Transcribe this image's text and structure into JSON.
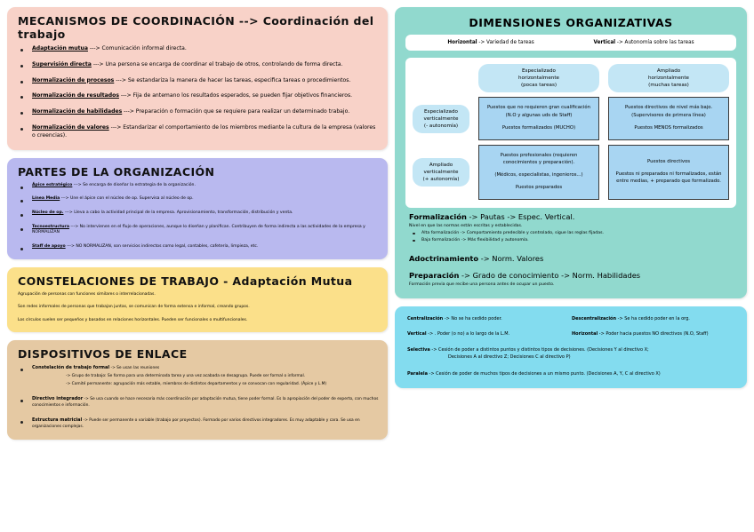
{
  "left": {
    "mecanismos": {
      "title": "MECANISMOS DE COORDINACIÓN --> Coordinación del trabajo",
      "items": [
        {
          "term": "Adaptación mutua",
          "text": " ---> Comunicación informal directa."
        },
        {
          "term": "Supervisión directa",
          "text": " ---> Una persona se encarga de coordinar el trabajo de otros, controlando de forma directa."
        },
        {
          "term": "Normalización de procesos",
          "text": " ---> Se estandariza la manera de hacer las tareas, especifica tareas o procedimientos."
        },
        {
          "term": "Normalización de resultados",
          "text": " ---> Fija de antemano los resultados esperados, se pueden fijar objetivos financieros."
        },
        {
          "term": "Normalización de habilidades",
          "text": " ---> Preparación o formación que se requiere para realizar un determinado trabajo."
        },
        {
          "term": "Normalización de valores",
          "text": " ---> Estandarizar el comportamiento de los miembros mediante la cultura de la empresa (valores o creencias)."
        }
      ]
    },
    "partes": {
      "title": "PARTES DE LA ORGANIZACIÓN",
      "items": [
        {
          "term": "Ápice estratégico",
          "text": " ---> Se encarga de diseñar la estrategia de la organización."
        },
        {
          "term": "Línea Media",
          "text": " ---> Une el ápice con el núcleo de op. Supervisa al núcleo de op."
        },
        {
          "term": "Núcleo de op.",
          "text": " ---> Lleva a cabo la actividad principal de la empresa. Aprovisionamiento, transformación, distribución y venta."
        },
        {
          "term": "Tecnoestructura",
          "text": " ---> No intervienen en el flujo de operaciones, aunque lo diseñan y planifican. Contribuyen de forma indirecta a las actividades de la empresa y NORMALIZAN"
        },
        {
          "term": "Staff de apoyo",
          "text": " ---> NO NORMALIZAN, son servicios indirectos como legal, contables, cafetería, limpieza, etc."
        }
      ]
    },
    "constelaciones": {
      "title": "CONSTELACIONES DE TRABAJO - Adaptación Mutua",
      "lines": [
        "Agrupación de personas con funciones similares o interrelacionadas.",
        "Son redes informales de personas que trabajan juntas, se comunican de forma extensa e informal, creando grupos.",
        "Los círculos suelen ser pequeños y basados en relaciones horizontales. Pueden ser funcionales o multifuncionales."
      ]
    },
    "dispositivos": {
      "title": "DISPOSITIVOS DE ENLACE",
      "items": [
        {
          "term": "Constelación de trabajo formal",
          "text": " -> Se usan las reuniones",
          "subs": [
            "-> Grupo de trabajo: Se forma para una determinada tarea y una vez acabada se desagrupa. Puede ser formal o informal.",
            "-> Comité permanente: agrupación más estable, miembros de distintos departamentos y se convocan con regularidad. (Ápice y L.M)"
          ]
        },
        {
          "term": "Directivo integrador",
          "text": " -> Se usa cuando se hace necesaria más coordinación por adaptación mutua, tiene poder formal. Es la apropiación del poder de experto, con muchos conocimientos e información.",
          "subs": []
        },
        {
          "term": "Estructura matricial",
          "text": " -> Puede ser permanente o variable (trabajo por proyectos). Formado por varios directivos integradores. Es muy adaptable y cara. Se usa en organizaciones complejas.",
          "subs": []
        }
      ]
    }
  },
  "right": {
    "dimensiones": {
      "title": "DIMENSIONES ORGANIZATIVAS",
      "legend": [
        {
          "bold": "Horizontal",
          "rest": " -> Variedad de tareas"
        },
        {
          "bold": "Vertical",
          "rest": " -> Autonomía sobre las tareas"
        }
      ],
      "col_headers": [
        "Especializado\nhorizontalmente\n(pocas tareas)",
        "Ampliado\nhorizontalmente\n(muchas tareas)"
      ],
      "row_headers": [
        "Especializado\nverticalmente\n(- autonomía)",
        "Ampliado\nverticalmente\n(+ autonomía)"
      ],
      "cells": [
        [
          [
            "Puestos que no requieren gran cualificación",
            "(N.O y algunas uds de Staff)",
            "Puestos formalizados (MUCHO)"
          ],
          [
            "Puestos directivos de nivel más bajo.",
            "(Supervisores de primera línea)",
            "Puestos MENOS formalizados"
          ]
        ],
        [
          [
            "Puestos profesionales (requieren conocimientos y preparación).",
            "(Médicos, especialistas, ingenieros...)",
            "Puestos preparados"
          ],
          [
            "Puestos directivos",
            "Puestos ni preparados ni formalizados, están entre medias, + preparado que formalizado."
          ]
        ]
      ]
    },
    "conceptos": [
      {
        "head_bold": "Formalización",
        "head_rest": " -> Pautas -> Espec. Vertical.",
        "desc": "Nivel en que las normas están escritas y establecidas.",
        "bullets": [
          "Alta formalización -> Comportamiento predecible y controlado, sigue las reglas fijadas.",
          "Baja formalización -> Más flexibilidad y autonomía."
        ]
      },
      {
        "head_bold": "Adoctrinamiento",
        "head_rest": " -> Norm. Valores",
        "desc": "",
        "bullets": []
      },
      {
        "head_bold": "Preparación",
        "head_rest": " -> Grado de conocimiento -> Norm. Habilidades",
        "desc": "Formación previa que recibe una persona antes de ocupar un puesto.",
        "bullets": []
      }
    ],
    "descentralizacion": {
      "rows": [
        [
          {
            "bold": "Centralización",
            "rest": " -> No se ha cedido poder."
          },
          {
            "bold": "Descentralización",
            "rest": " -> Se ha cedido poder en la org."
          }
        ],
        [
          {
            "bold": "Vertical",
            "rest": " -> . Poder (o no) a lo largo de la L.M."
          },
          {
            "bold": "Horizontal",
            "rest": " -> Poder hacia puestos NO directivos (N.O, Staff)"
          }
        ]
      ],
      "full": [
        {
          "bold": "Selectiva",
          "rest": " -> Cesión de poder a distintos puntos y distintos tipos de decisiones. (Decisiones Y al directivo X;",
          "indent": "Decisiones A al directivo Z; Decisiones C al directivo P)"
        },
        {
          "bold": "Paralela",
          "rest": " -> Cesión de poder de muchos tipos de decisiones a un mismo punto. (Decisiones A, Y, C al directivo X)",
          "indent": ""
        }
      ]
    }
  },
  "colors": {
    "pink": "#f8d2c8",
    "purple": "#b9b9ef",
    "yellow": "#fbe08a",
    "beige": "#e5c9a3",
    "teal": "#91d9ce",
    "cyan": "#83dcef",
    "cell_blue": "#a8d5f2",
    "pill_blue": "#c3e6f5"
  }
}
